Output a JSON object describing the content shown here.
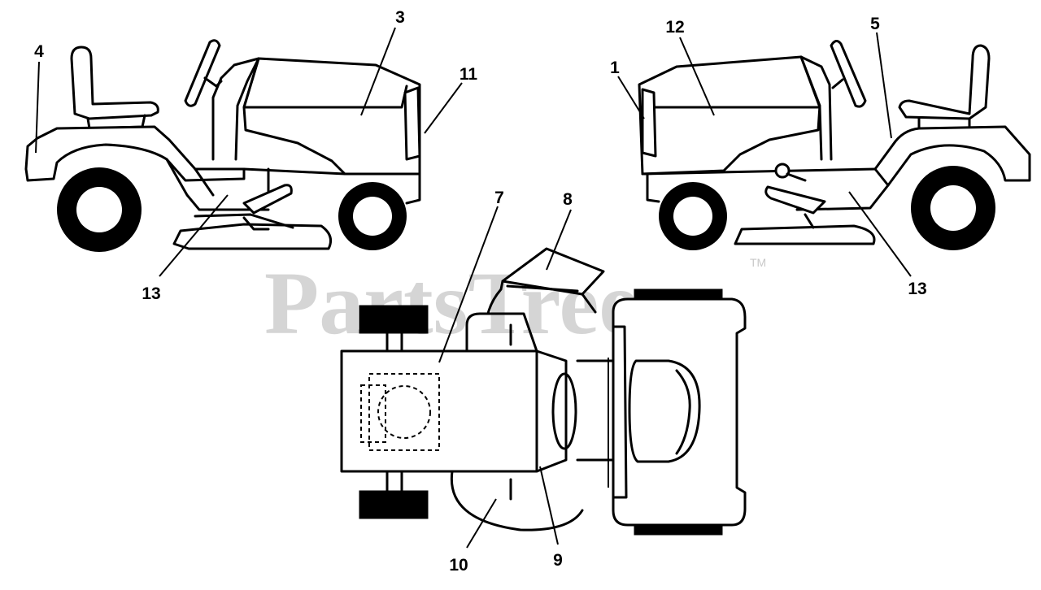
{
  "watermark": {
    "text": "PartsTree",
    "trademark": "TM"
  },
  "callouts": {
    "c1": "1",
    "c3": "3",
    "c4": "4",
    "c5": "5",
    "c7": "7",
    "c8": "8",
    "c9": "9",
    "c10": "10",
    "c11": "11",
    "c12": "12",
    "c13_left": "13",
    "c13_right": "13"
  }
}
